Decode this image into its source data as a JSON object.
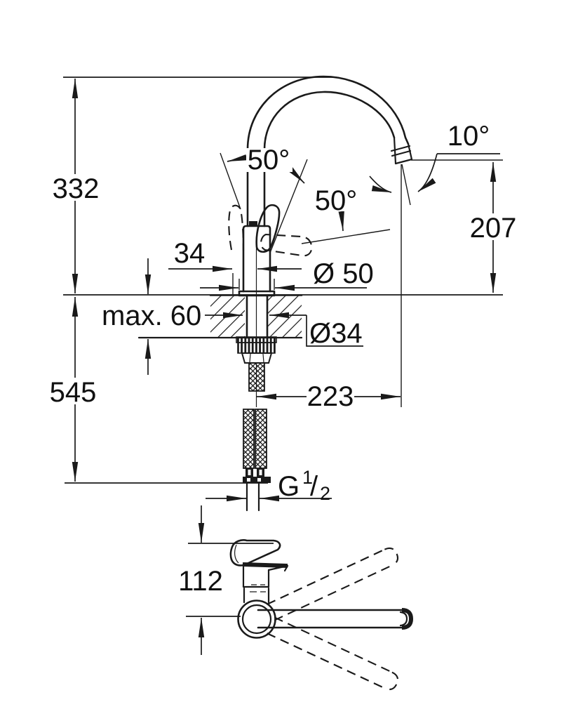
{
  "drawing": {
    "type": "technical-dimension-drawing",
    "subject": "single-lever kitchen faucet with high C-spout, side elevation and top view",
    "colors": {
      "line": "#1a1a1a",
      "background": "#ffffff"
    },
    "labels": {
      "height_above_deck": "332",
      "height_below_deck": "545",
      "body_offset": "34",
      "deck_thickness": "max. 60",
      "base_diameter": "Ø 50",
      "hole_diameter": "Ø34",
      "spout_reach": "223",
      "outlet_height": "207",
      "outlet_angle": "10°",
      "lever_angle_front": "50°",
      "lever_angle_side": "50°",
      "handle_height": "112",
      "thread_base": "G",
      "thread_numerator": "1",
      "thread_slash": "/",
      "thread_denominator": "2"
    }
  }
}
